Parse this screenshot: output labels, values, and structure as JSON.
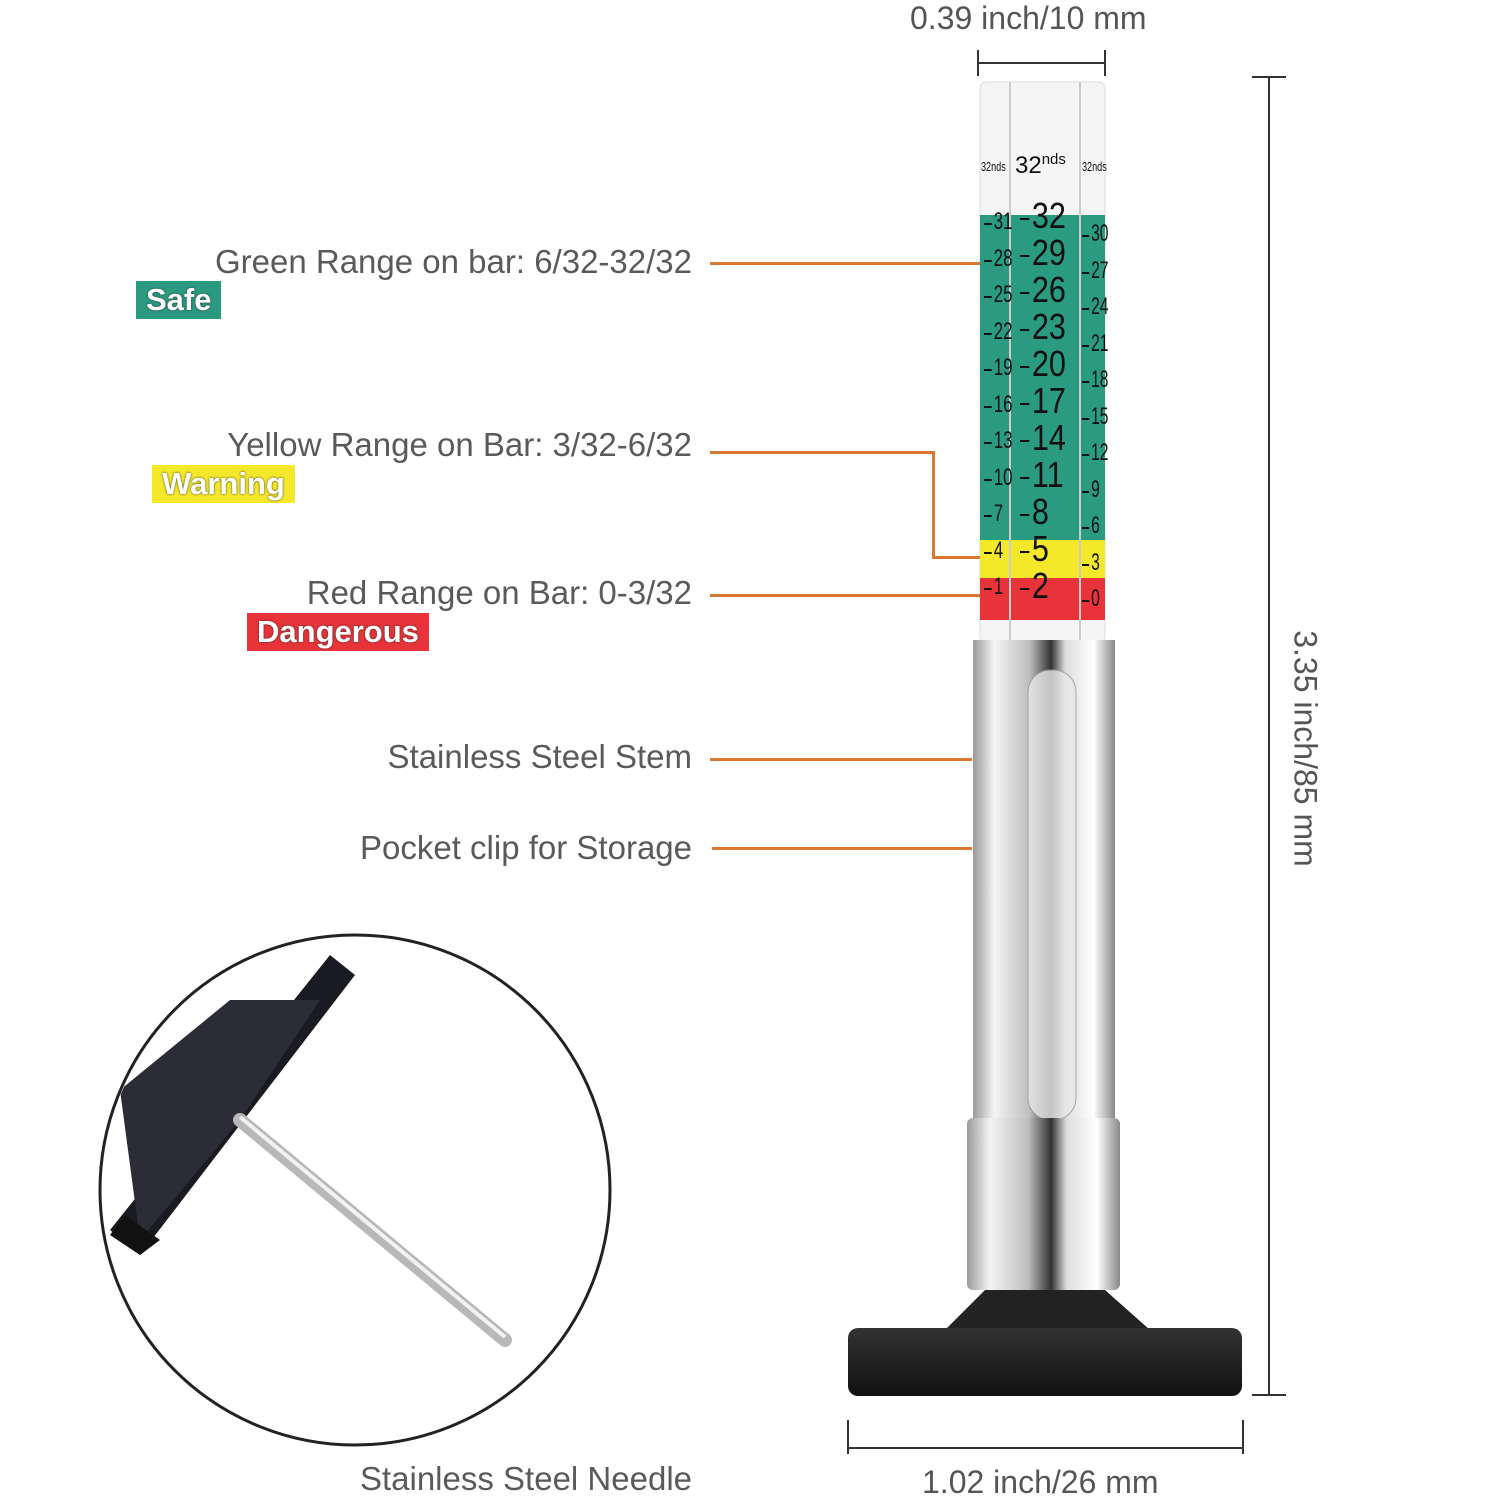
{
  "dimensions": {
    "width": "0.39 inch/10 mm",
    "height": "3.35 inch/85 mm",
    "base": "1.02 inch/26 mm"
  },
  "callouts": [
    {
      "text": "Green Range on bar: 6/32-32/32",
      "badge": "Safe",
      "badge_color": "#2a9a80"
    },
    {
      "text": "Yellow Range on Bar: 3/32-6/32",
      "badge": "Warning",
      "badge_color": "#f4e82a"
    },
    {
      "text": "Red Range on Bar: 0-3/32",
      "badge": "Dangerous",
      "badge_color": "#e8333a"
    },
    {
      "text": "Stainless Steel Stem"
    },
    {
      "text": "Pocket clip for Storage"
    },
    {
      "text": "Stainless Steel Needle"
    }
  ],
  "gauge": {
    "unit_label": "32",
    "unit_sup": "nds",
    "side_unit": "32nds",
    "left_scale": [
      "31",
      "28",
      "25",
      "22",
      "19",
      "16",
      "13",
      "10",
      "7",
      "4",
      "1"
    ],
    "center_scale": [
      "32",
      "29",
      "26",
      "23",
      "20",
      "17",
      "14",
      "11",
      "8",
      "5",
      "2"
    ],
    "right_scale": [
      "30",
      "27",
      "24",
      "21",
      "18",
      "15",
      "12",
      "9",
      "6",
      "3",
      "0"
    ],
    "colors": {
      "green": "#2a9a80",
      "yellow": "#f4e82a",
      "red": "#e8333a",
      "leader": "#d9782f"
    }
  }
}
